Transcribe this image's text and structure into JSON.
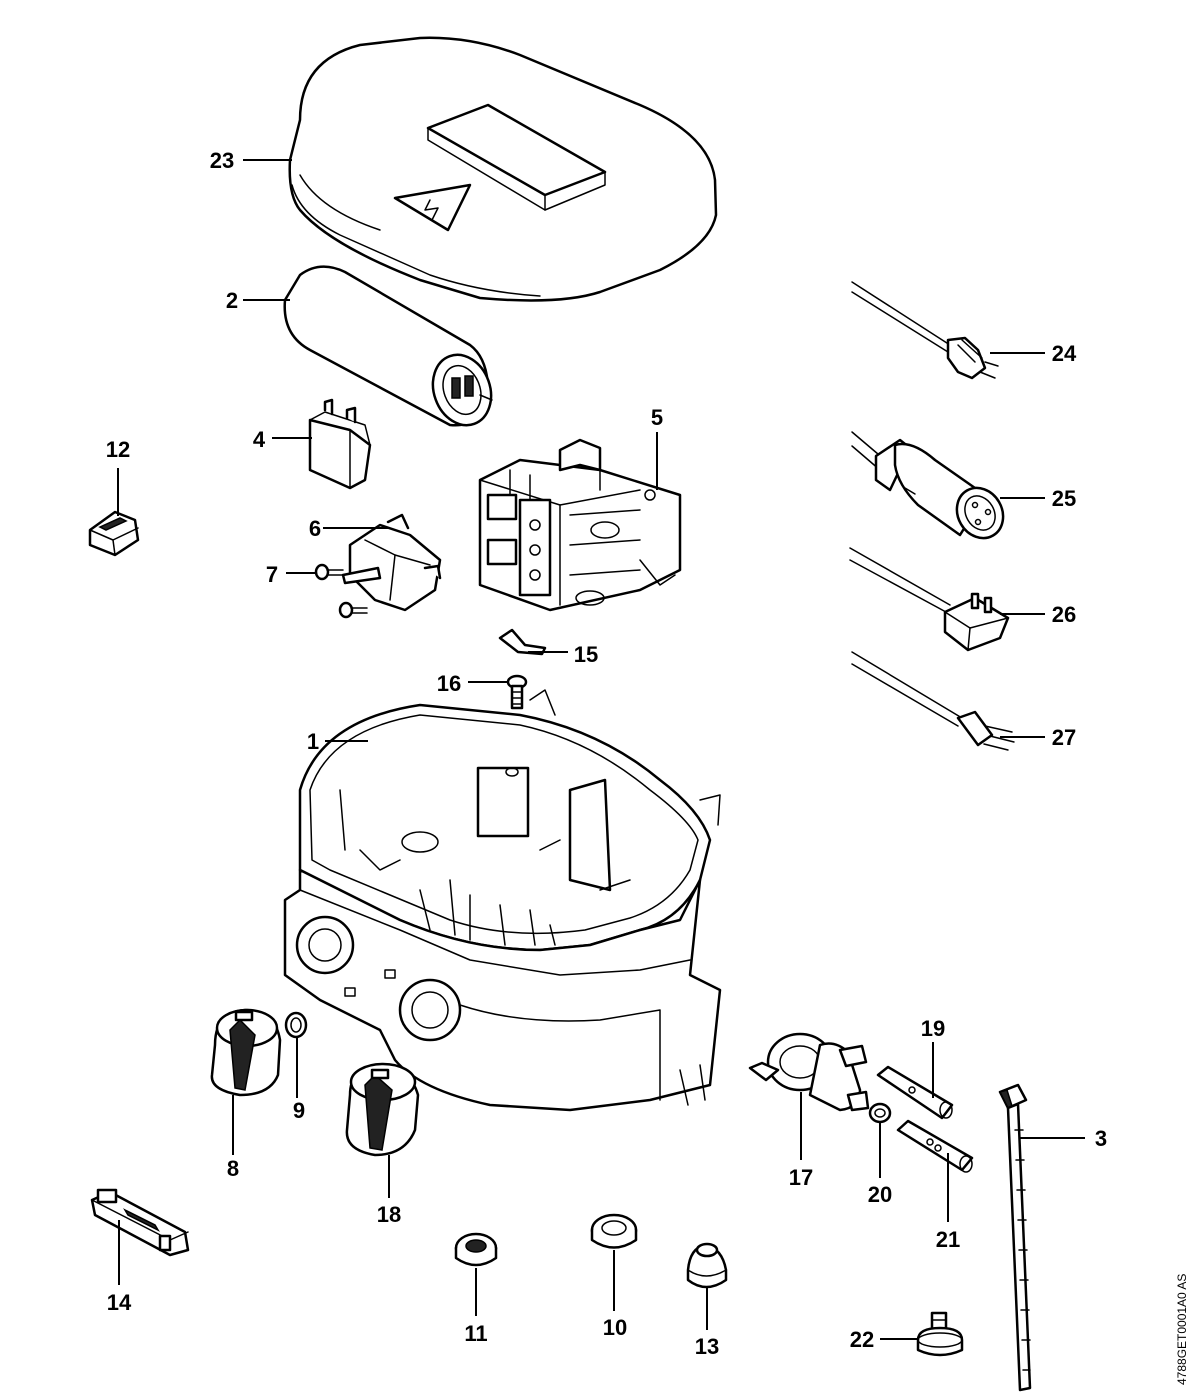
{
  "diagram": {
    "callouts": {
      "p1": "1",
      "p2": "2",
      "p3": "3",
      "p4": "4",
      "p5": "5",
      "p6": "6",
      "p7": "7",
      "p8": "8",
      "p9": "9",
      "p10": "10",
      "p11": "11",
      "p12": "12",
      "p13": "13",
      "p14": "14",
      "p15": "15",
      "p16": "16",
      "p17": "17",
      "p18": "18",
      "p19": "19",
      "p20": "20",
      "p21": "21",
      "p22": "22",
      "p23": "23",
      "p24": "24",
      "p25": "25",
      "p26": "26",
      "p27": "27"
    },
    "drawing_code": "4788GET0001A0 AS"
  }
}
